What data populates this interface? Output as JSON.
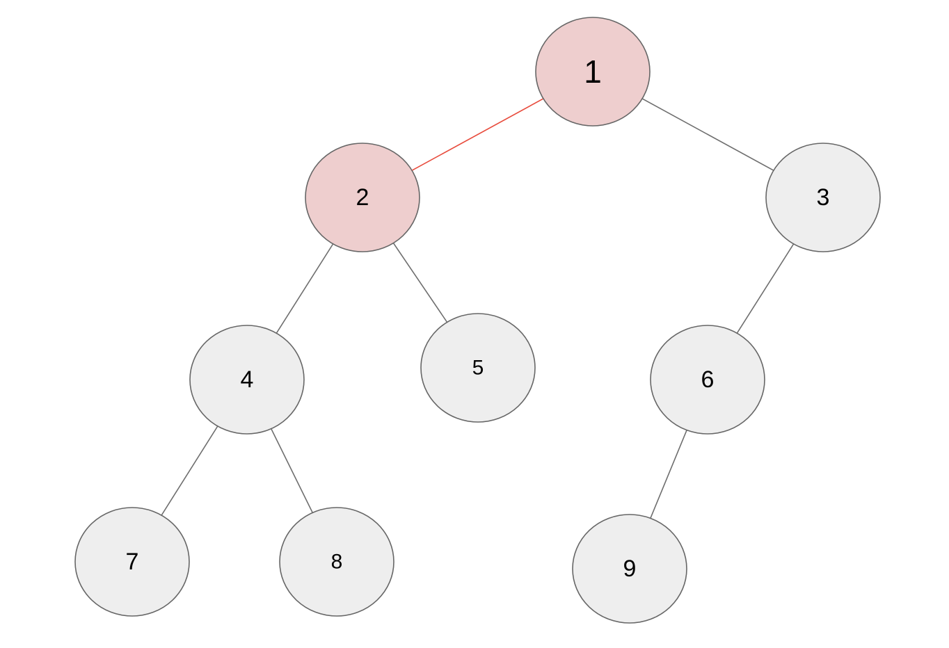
{
  "diagram": {
    "type": "binary-tree",
    "colors": {
      "background": "#ffffff",
      "node_fill": "#eeeeee",
      "highlight_fill": "#eecece",
      "node_stroke": "#666666",
      "edge": "#6e6e6e",
      "highlight_edge": "#e84c3d"
    },
    "nodes": [
      {
        "id": "n1",
        "label": "1",
        "highlighted": true
      },
      {
        "id": "n2",
        "label": "2",
        "highlighted": true
      },
      {
        "id": "n3",
        "label": "3",
        "highlighted": false
      },
      {
        "id": "n4",
        "label": "4",
        "highlighted": false
      },
      {
        "id": "n5",
        "label": "5",
        "highlighted": false
      },
      {
        "id": "n6",
        "label": "6",
        "highlighted": false
      },
      {
        "id": "n7",
        "label": "7",
        "highlighted": false
      },
      {
        "id": "n8",
        "label": "8",
        "highlighted": false
      },
      {
        "id": "n9",
        "label": "9",
        "highlighted": false
      }
    ],
    "edges": [
      {
        "from": "n1",
        "to": "n2",
        "highlighted": true
      },
      {
        "from": "n1",
        "to": "n3",
        "highlighted": false
      },
      {
        "from": "n2",
        "to": "n4",
        "highlighted": false
      },
      {
        "from": "n2",
        "to": "n5",
        "highlighted": false
      },
      {
        "from": "n3",
        "to": "n6",
        "highlighted": false
      },
      {
        "from": "n4",
        "to": "n7",
        "highlighted": false
      },
      {
        "from": "n4",
        "to": "n8",
        "highlighted": false
      },
      {
        "from": "n6",
        "to": "n9",
        "highlighted": false
      }
    ]
  }
}
